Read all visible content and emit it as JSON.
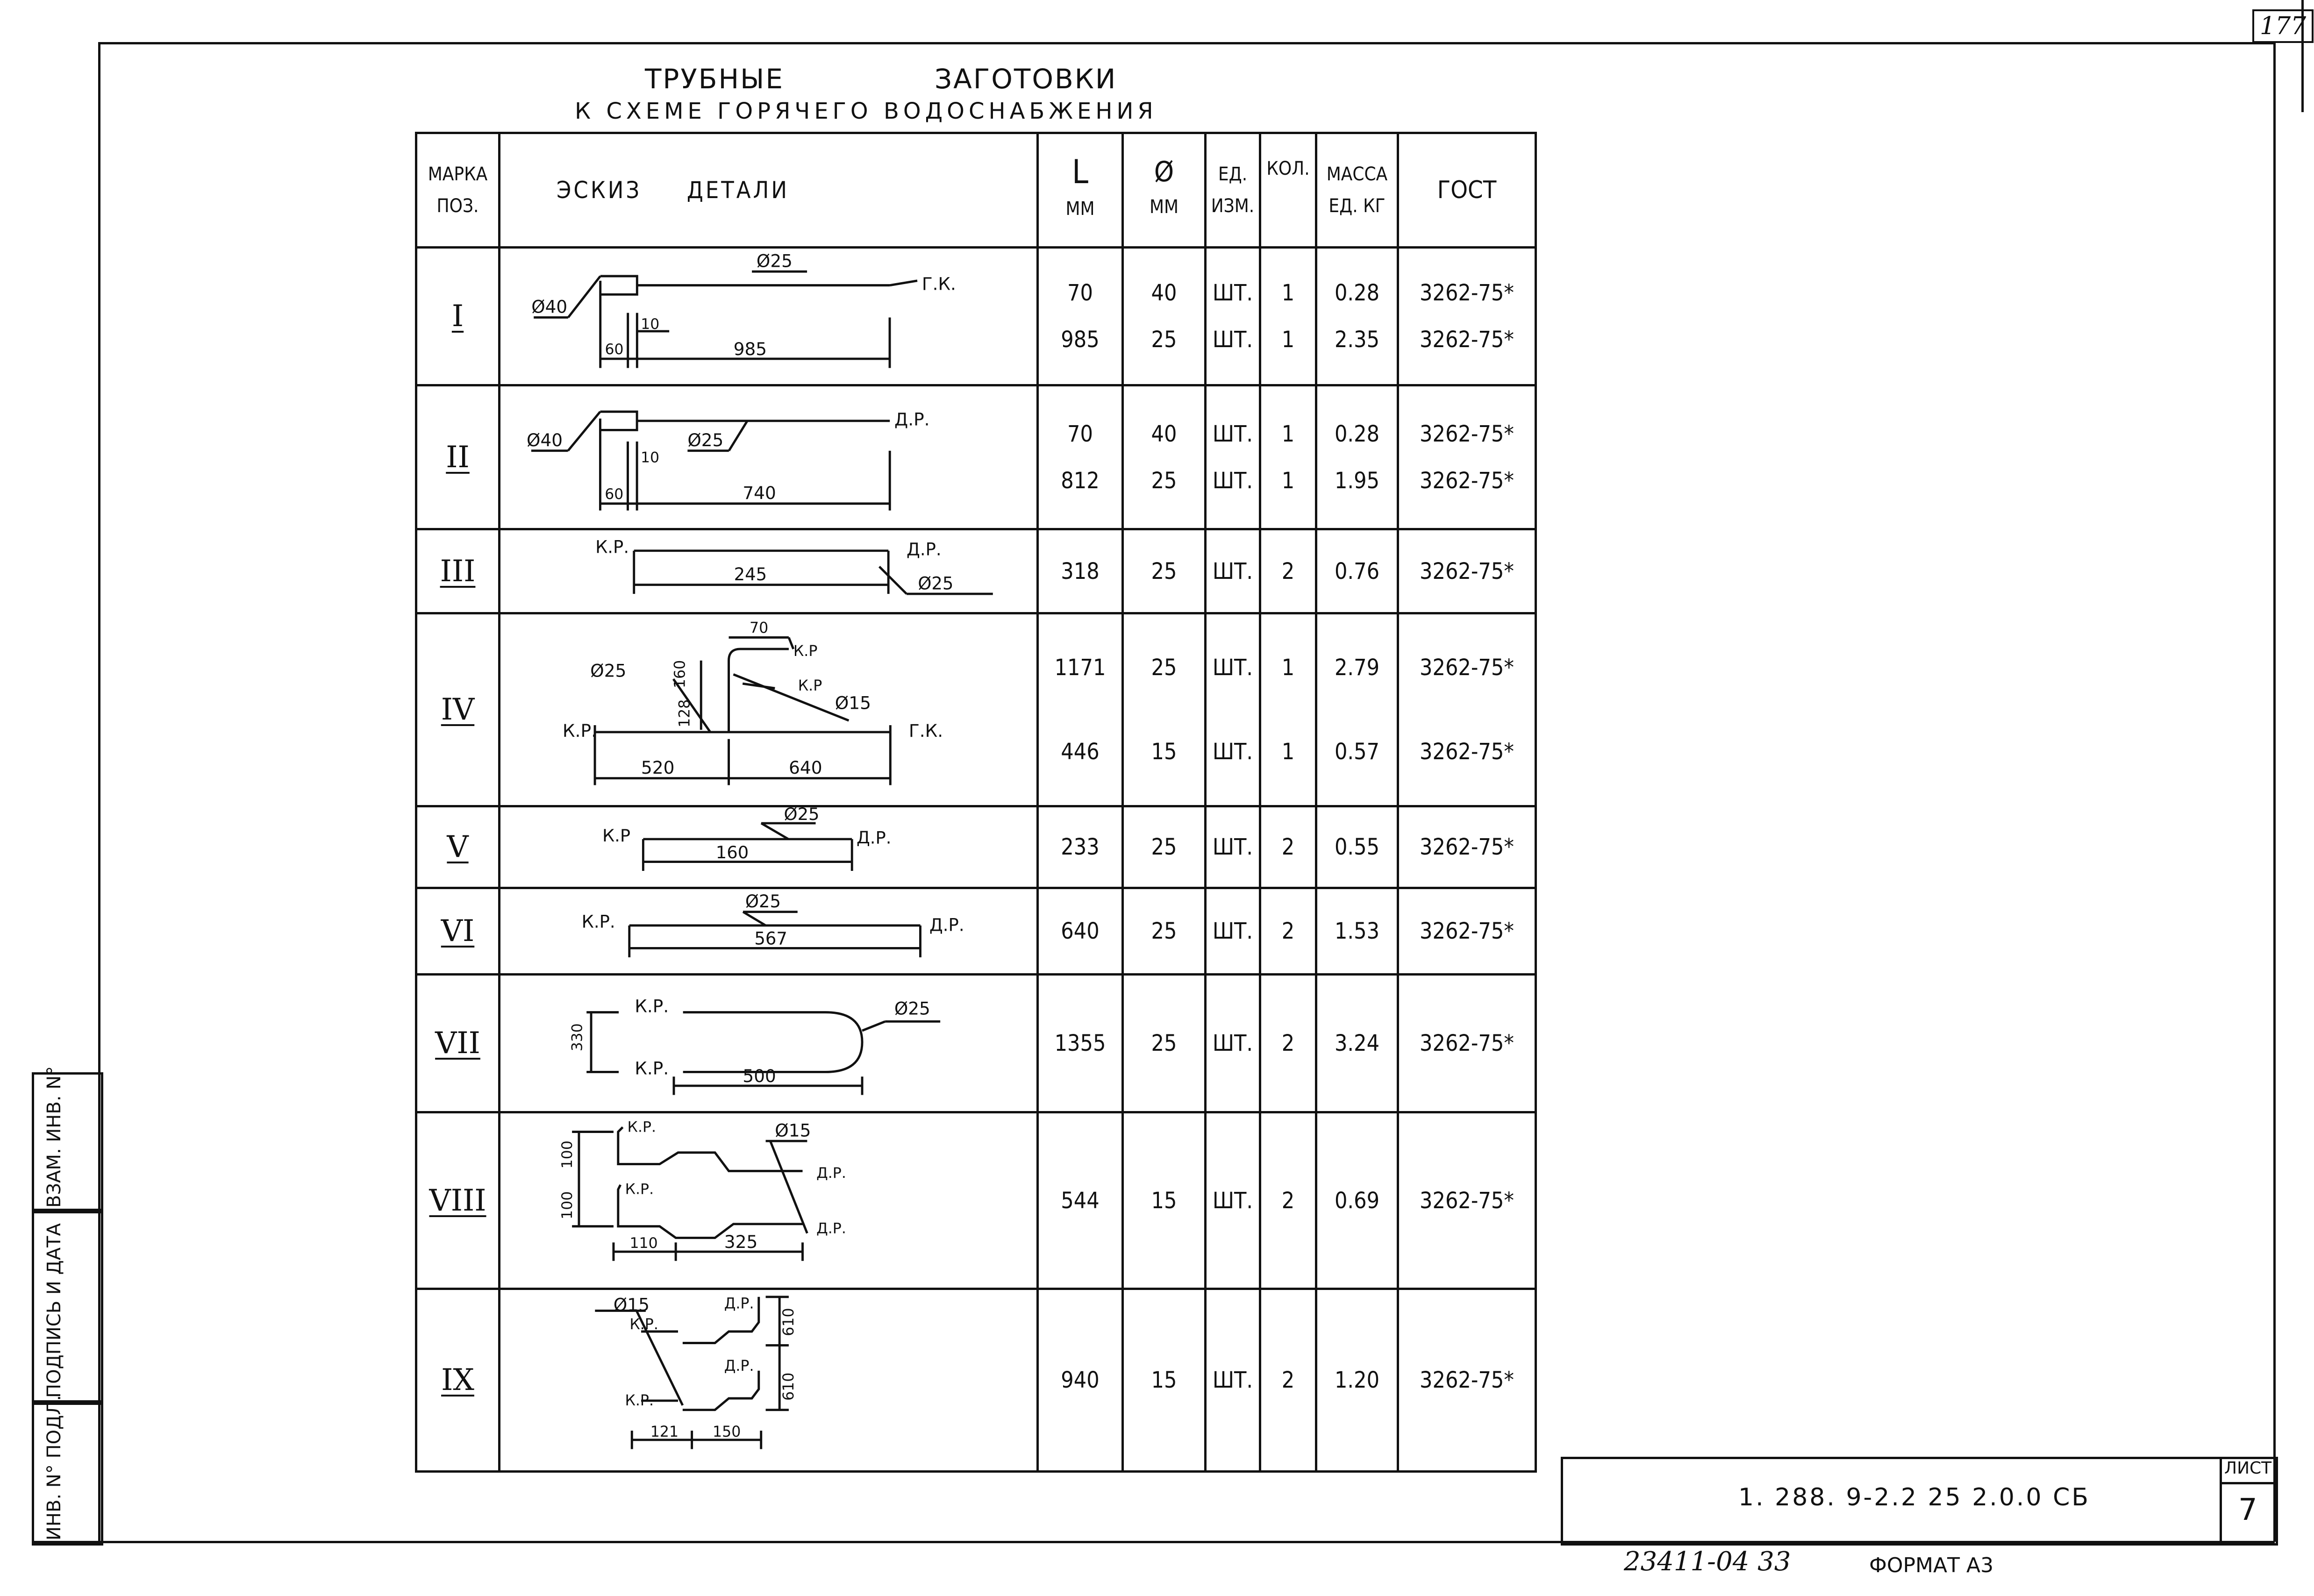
{
  "header": {
    "title_word1": "ТРУБНЫЕ",
    "title_word2": "ЗАГОТОВКИ",
    "subtitle": "К СХЕМЕ ГОРЯЧЕГО ВОДОСНАБЖЕНИЯ"
  },
  "corner_number": "177",
  "table": {
    "headers": {
      "mark_line1": "МАРКА",
      "mark_line2": "ПОЗ.",
      "sketch_a": "ЭСКИЗ",
      "sketch_b": "ДЕТАЛИ",
      "length_sym": "L",
      "length_unit": "ММ",
      "dia_sym": "Ø",
      "dia_unit": "ММ",
      "unit_line1": "ЕД.",
      "unit_line2": "ИЗМ.",
      "qty": "КОЛ.",
      "mass_line1": "МАССА",
      "mass_line2": "ЕД. КГ",
      "gost": "ГОСТ"
    },
    "rows": [
      {
        "pos": "I",
        "sketch": {
          "d1": "Ø25",
          "d2": "Ø40",
          "end": "Г.К.",
          "a": "60",
          "b": "10",
          "c": "985"
        },
        "lines": [
          {
            "L": "70",
            "D": "40",
            "unit": "ШТ.",
            "qty": "1",
            "mass": "0.28",
            "gost": "3262-75*"
          },
          {
            "L": "985",
            "D": "25",
            "unit": "ШТ.",
            "qty": "1",
            "mass": "2.35",
            "gost": "3262-75*"
          }
        ]
      },
      {
        "pos": "II",
        "sketch": {
          "d1": "Ø25",
          "d2": "Ø40",
          "end": "Д.Р.",
          "a": "60",
          "b": "10",
          "c": "740"
        },
        "lines": [
          {
            "L": "70",
            "D": "40",
            "unit": "ШТ.",
            "qty": "1",
            "mass": "0.28",
            "gost": "3262-75*"
          },
          {
            "L": "812",
            "D": "25",
            "unit": "ШТ.",
            "qty": "1",
            "mass": "1.95",
            "gost": "3262-75*"
          }
        ]
      },
      {
        "pos": "III",
        "sketch": {
          "start": "К.Р.",
          "end": "Д.Р.",
          "len": "245",
          "dia": "Ø25"
        },
        "lines": [
          {
            "L": "318",
            "D": "25",
            "unit": "ШТ.",
            "qty": "2",
            "mass": "0.76",
            "gost": "3262-75*"
          }
        ]
      },
      {
        "pos": "IV",
        "sketch": {
          "top": "70",
          "kr1": "К.Р",
          "kr2": "К.Р",
          "kr3": "К.Р.",
          "dia1": "Ø25",
          "dia2": "Ø15",
          "h1": "160",
          "h2": "128",
          "end": "Г.К.",
          "w1": "520",
          "w2": "640"
        },
        "lines": [
          {
            "L": "1171",
            "D": "25",
            "unit": "ШТ.",
            "qty": "1",
            "mass": "2.79",
            "gost": "3262-75*"
          },
          {
            "L": "446",
            "D": "15",
            "unit": "ШТ.",
            "qty": "1",
            "mass": "0.57",
            "gost": "3262-75*"
          }
        ]
      },
      {
        "pos": "V",
        "sketch": {
          "start": "К.Р",
          "end": "Д.Р.",
          "len": "160",
          "dia": "Ø25"
        },
        "lines": [
          {
            "L": "233",
            "D": "25",
            "unit": "ШТ.",
            "qty": "2",
            "mass": "0.55",
            "gost": "3262-75*"
          }
        ]
      },
      {
        "pos": "VI",
        "sketch": {
          "start": "К.Р.",
          "end": "Д.Р.",
          "len": "567",
          "dia": "Ø25"
        },
        "lines": [
          {
            "L": "640",
            "D": "25",
            "unit": "ШТ.",
            "qty": "2",
            "mass": "1.53",
            "gost": "3262-75*"
          }
        ]
      },
      {
        "pos": "VII",
        "sketch": {
          "kr1": "К.Р.",
          "kr2": "К.Р.",
          "h": "330",
          "len": "500",
          "dia": "Ø25"
        },
        "lines": [
          {
            "L": "1355",
            "D": "25",
            "unit": "ШТ.",
            "qty": "2",
            "mass": "3.24",
            "gost": "3262-75*"
          }
        ]
      },
      {
        "pos": "VIII",
        "sketch": {
          "kr1": "К.Р.",
          "kr2": "К.Р.",
          "dr1": "Д.Р.",
          "dr2": "Д.Р.",
          "h1": "100",
          "h2": "100",
          "w1": "110",
          "w2": "325",
          "dia": "Ø15"
        },
        "lines": [
          {
            "L": "544",
            "D": "15",
            "unit": "ШТ.",
            "qty": "2",
            "mass": "0.69",
            "gost": "3262-75*"
          }
        ]
      },
      {
        "pos": "IX",
        "sketch": {
          "dia": "Ø15",
          "kr1": "К.Р.",
          "kr2": "К.Р.",
          "dr1": "Д.Р.",
          "dr2": "Д.Р.",
          "h1": "610",
          "h2": "610",
          "w1": "121",
          "w2": "150"
        },
        "lines": [
          {
            "L": "940",
            "D": "15",
            "unit": "ШТ.",
            "qty": "2",
            "mass": "1.20",
            "gost": "3262-75*"
          }
        ]
      }
    ]
  },
  "side_stamp": {
    "c1": "ВЗАМ. ИНВ. N°",
    "c2": "ПОДПИСЬ И ДАТА",
    "c3": "ИНВ. N° ПОДЛ."
  },
  "title_block": {
    "code": "1. 288. 9-2.2 25 2.0.0 СБ",
    "sheet_label": "ЛИСТ",
    "sheet_number": "7"
  },
  "footer": {
    "handwritten": "23411-04 33",
    "format": "ФОРМАТ А3"
  }
}
